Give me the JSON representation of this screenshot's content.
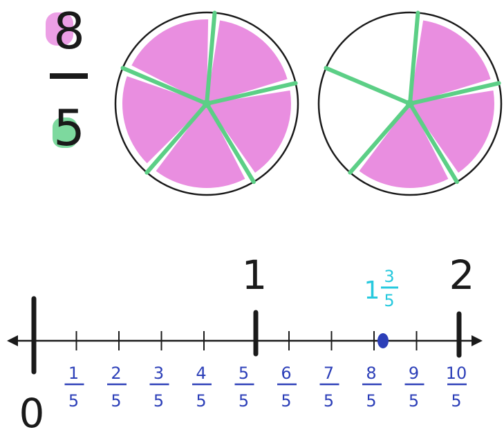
{
  "fraction": {
    "numerator": "8",
    "denominator": "5"
  },
  "circles": [
    {
      "name": "whole-1",
      "parts": 5,
      "shaded": 5
    },
    {
      "name": "whole-2",
      "parts": 5,
      "shaded": 3
    }
  ],
  "number_line": {
    "whole_labels": [
      "0",
      "1",
      "2"
    ],
    "tick_numerators": [
      "1",
      "2",
      "3",
      "4",
      "5",
      "6",
      "7",
      "8",
      "9",
      "10"
    ],
    "tick_denominator": "5",
    "marked_point": {
      "whole": "1",
      "numerator": "3",
      "denominator": "5",
      "value_in_fifths": 8
    }
  },
  "colors": {
    "shade": "#e98ee0",
    "divider": "#5ccf86",
    "outline": "#1a1a1a",
    "tick_label": "#2c3fb8",
    "point_label": "#27c9de",
    "ink": "#1a1a1a"
  }
}
